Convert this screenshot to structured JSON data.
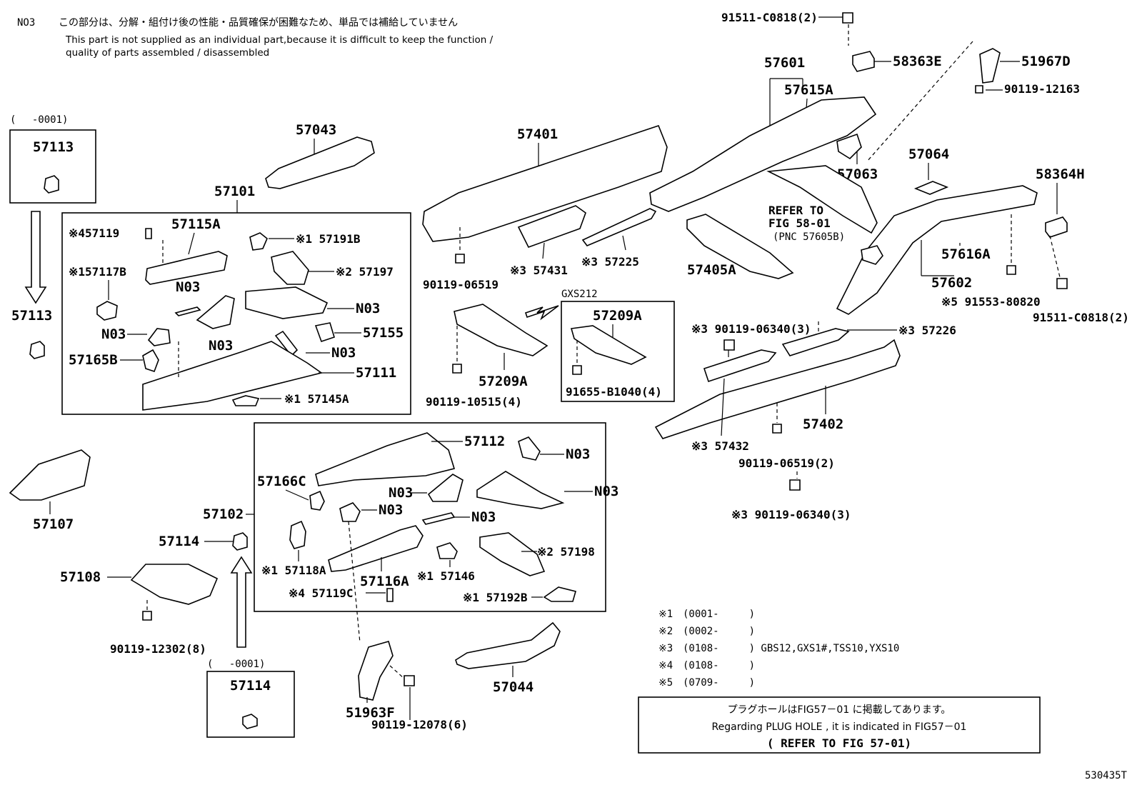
{
  "header": {
    "code": "NO3",
    "jp_note": "この部分は、分解・組付け後の性能・品質確保が困難なため、単品では補給していません",
    "en_note_1": "This part is not supplied as an individual part,because it is difficult to keep the function /",
    "en_note_2": "quality of parts assembled / disassembled"
  },
  "labels": {
    "p57113_range": "(　 -0001)",
    "p57113_top": "57113",
    "p57113_bottom": "57113",
    "p57043": "57043",
    "p57101": "57101",
    "p57119": "※457119",
    "p57115A": "57115A",
    "p57191B": "※1 57191B",
    "p57117B": "※157117B",
    "p57197": "※2 57197",
    "n03_1": "N03",
    "n03_2": "N03",
    "n03_3": "N03",
    "n03_4": "N03",
    "n03_5": "N03",
    "p57155": "57155",
    "p57165B": "57165B",
    "p57111": "57111",
    "p57145A": "※1 57145A",
    "p57401": "57401",
    "p57431": "※3 57431",
    "p57225": "※3 57225",
    "b90119_06519": "90119-06519",
    "gxs212": "GXS212",
    "p57209A_box": "57209A",
    "p57209A": "57209A",
    "b90119_10515": "90119-10515(4)",
    "b91655_B1040": "91655-B1040(4)",
    "b91511_C0818_top": "91511-C0818(2)",
    "p58363E": "58363E",
    "p51967D": "51967D",
    "b90119_12163": "90119-12163",
    "p57601": "57601",
    "p57615A": "57615A",
    "p57063": "57063",
    "refer_1": "REFER TO",
    "refer_2": "FIG 58-01",
    "refer_3": "(PNC 57605B)",
    "p57405A": "57405A",
    "p57064": "57064",
    "p58364H": "58364H",
    "p57616A": "57616A",
    "p57602": "57602",
    "b91553_80820": "※5 91553-80820",
    "b91511_C0818_bot": "91511-C0818(2)",
    "b90119_06340_a": "※3 90119-06340(3)",
    "p57226": "※3 57226",
    "p57402": "57402",
    "p57432": "※3 57432",
    "b90119_06519_2": "90119-06519(2)",
    "b90119_06340_b": "※3 90119-06340(3)",
    "p57107": "57107",
    "p57112": "57112",
    "n03_6": "N03",
    "p57166C": "57166C",
    "n03_7": "N03",
    "n03_8": "N03",
    "n03_9": "N03",
    "n03_10": "N03",
    "p57102": "57102",
    "p57114": "57114",
    "p57118A": "※1 57118A",
    "p57116A": "57116A",
    "p57146": "※1 57146",
    "p57198": "※2 57198",
    "p57108": "57108",
    "p57119C": "※4 57119C",
    "p57192B": "※1 57192B",
    "b90119_12302": "90119-12302(8)",
    "p57114_range": "(　 -0001)",
    "p57114_box": "57114",
    "p51963F": "51963F",
    "b90119_12078": "90119-12078(6)",
    "p57044": "57044"
  },
  "footnotes": [
    {
      "mark": "※1",
      "text": "(0001-　　　)"
    },
    {
      "mark": "※2",
      "text": "(0002-　　　)"
    },
    {
      "mark": "※3",
      "text": "(0108-　　　) GBS12,GXS1#,TSS10,YXS10"
    },
    {
      "mark": "※4",
      "text": "(0108-　　　)"
    },
    {
      "mark": "※5",
      "text": "(0709-　　　)"
    }
  ],
  "plug_note": {
    "jp": "プラグホールはFIG57－01 に掲載してあります。",
    "en": "Regarding PLUG HOLE , it is indicated in FIG57－01",
    "ref": "( REFER TO FIG 57-01)"
  },
  "figure_id": "530435T"
}
